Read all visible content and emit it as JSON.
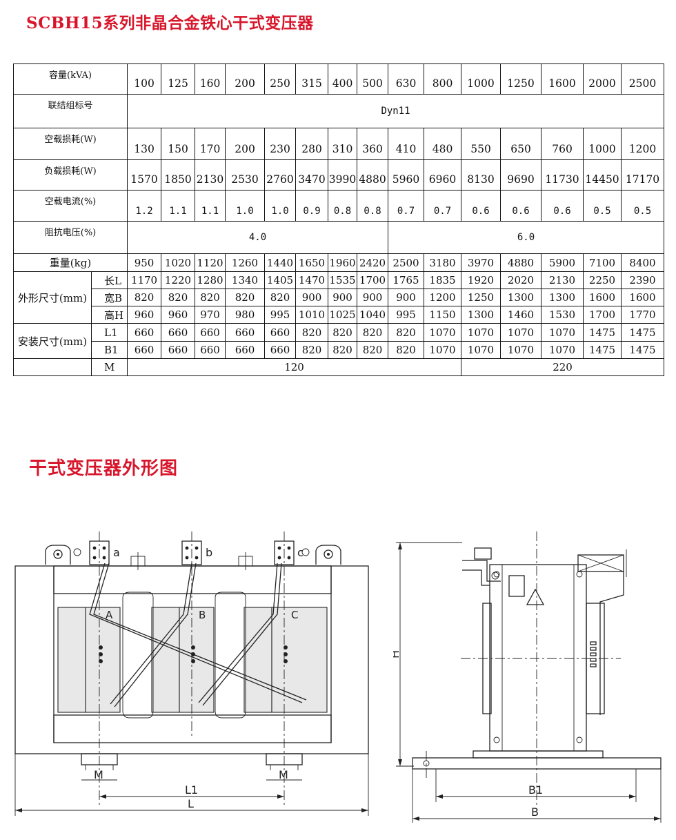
{
  "title": "SCBH15系列非晶合金铁心干式变压器",
  "section_title": "干式变压器外形图",
  "table": {
    "capacity_label": "容量(kVA)",
    "capacities": [
      "100",
      "125",
      "160",
      "200",
      "250",
      "315",
      "400",
      "500",
      "630",
      "800",
      "1000",
      "1250",
      "1600",
      "2000",
      "2500"
    ],
    "connection_label": "联结组标号",
    "connection_value": "Dyn11",
    "noload_loss_label": "空载损耗(W)",
    "noload_loss": [
      "130",
      "150",
      "170",
      "200",
      "230",
      "280",
      "310",
      "360",
      "410",
      "480",
      "550",
      "650",
      "760",
      "1000",
      "1200"
    ],
    "load_loss_label": "负载损耗(W)",
    "load_loss": [
      "1570",
      "1850",
      "2130",
      "2530",
      "2760",
      "3470",
      "3990",
      "4880",
      "5960",
      "6960",
      "8130",
      "9690",
      "11730",
      "14450",
      "17170"
    ],
    "noload_current_label": "空载电流(%)",
    "noload_current": [
      "1.2",
      "1.1",
      "1.1",
      "1.0",
      "1.0",
      "0.9",
      "0.8",
      "0.8",
      "0.7",
      "0.7",
      "0.6",
      "0.6",
      "0.6",
      "0.5",
      "0.5"
    ],
    "impedance_label": "阻抗电压(%)",
    "impedance_low": "4.0",
    "impedance_high": "6.0",
    "weight_label": "重量(kg)",
    "weight": [
      "950",
      "1020",
      "1120",
      "1260",
      "1440",
      "1650",
      "1960",
      "2420",
      "2500",
      "3180",
      "3970",
      "4880",
      "5900",
      "7100",
      "8400"
    ],
    "outline_label": "外形尺寸(mm)",
    "length_label": "长L",
    "length": [
      "1170",
      "1220",
      "1280",
      "1340",
      "1405",
      "1470",
      "1535",
      "1700",
      "1765",
      "1835",
      "1920",
      "2020",
      "2130",
      "2250",
      "2390"
    ],
    "width_label": "宽B",
    "width": [
      "820",
      "820",
      "820",
      "820",
      "820",
      "900",
      "900",
      "900",
      "900",
      "1200",
      "1250",
      "1300",
      "1300",
      "1600",
      "1600"
    ],
    "height_label": "高H",
    "height": [
      "960",
      "960",
      "970",
      "980",
      "995",
      "1010",
      "1025",
      "1040",
      "995",
      "1150",
      "1300",
      "1460",
      "1530",
      "1700",
      "1770"
    ],
    "install_label": "安装尺寸(mm)",
    "l1_label": "L1",
    "l1": [
      "660",
      "660",
      "660",
      "660",
      "660",
      "820",
      "820",
      "820",
      "820",
      "1070",
      "1070",
      "1070",
      "1070",
      "1475",
      "1475"
    ],
    "b1_label": "B1",
    "b1": [
      "660",
      "660",
      "660",
      "660",
      "660",
      "820",
      "820",
      "820",
      "820",
      "1070",
      "1070",
      "1070",
      "1070",
      "1475",
      "1475"
    ],
    "m_label": "M",
    "m_low": "120",
    "m_high": "220"
  },
  "drawing": {
    "front": {
      "phase_labels": [
        "A",
        "B",
        "C"
      ],
      "terminal_labels": [
        "a",
        "b",
        "c"
      ],
      "dim_m": "M",
      "dim_l1": "L1",
      "dim_l": "L"
    },
    "side": {
      "dim_h": "H",
      "dim_b1": "B1",
      "dim_b": "B"
    }
  }
}
